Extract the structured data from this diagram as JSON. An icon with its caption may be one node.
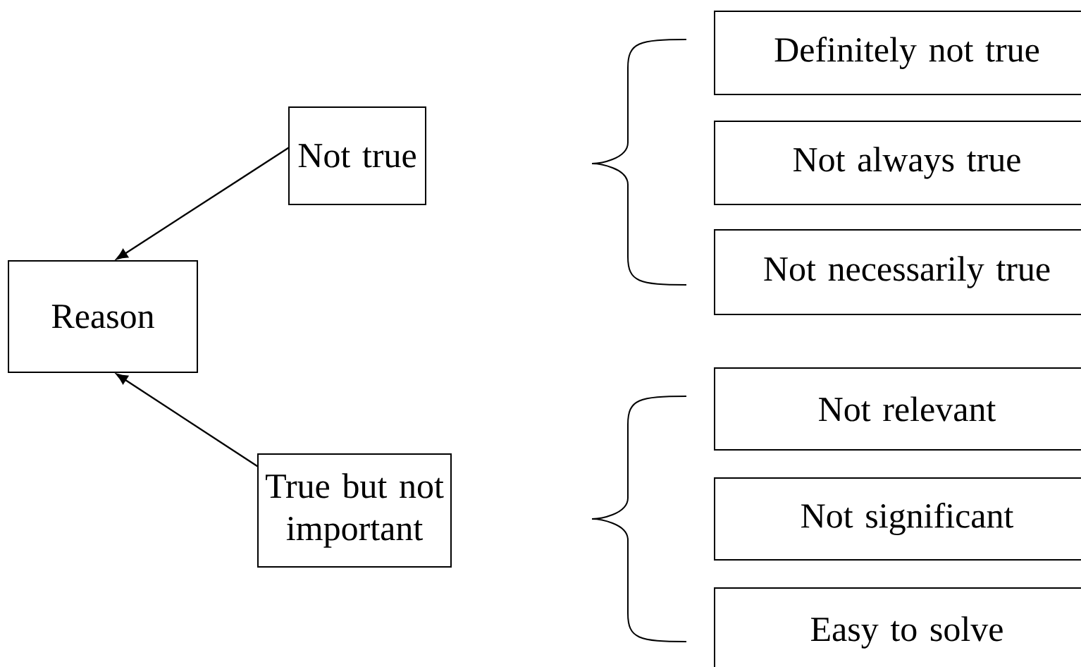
{
  "diagram": {
    "nodes": [
      {
        "text": [
          "Reason"
        ]
      },
      {
        "text": [
          "Not true"
        ]
      },
      {
        "text": [
          "True but not important"
        ]
      },
      {
        "text": [
          "Definitely not true"
        ]
      },
      {
        "text": [
          "Not always true"
        ]
      },
      {
        "text": [
          "Not necessarily true"
        ]
      },
      {
        "text": [
          "Not relevant"
        ]
      },
      {
        "text": [
          "Not significant"
        ]
      },
      {
        "text": [
          "Easy to solve"
        ]
      }
    ],
    "edges": [
      {
        "from": 1,
        "to": 0,
        "arrow": "to"
      },
      {
        "from": 2,
        "to": 0,
        "arrow": "to"
      }
    ]
  }
}
